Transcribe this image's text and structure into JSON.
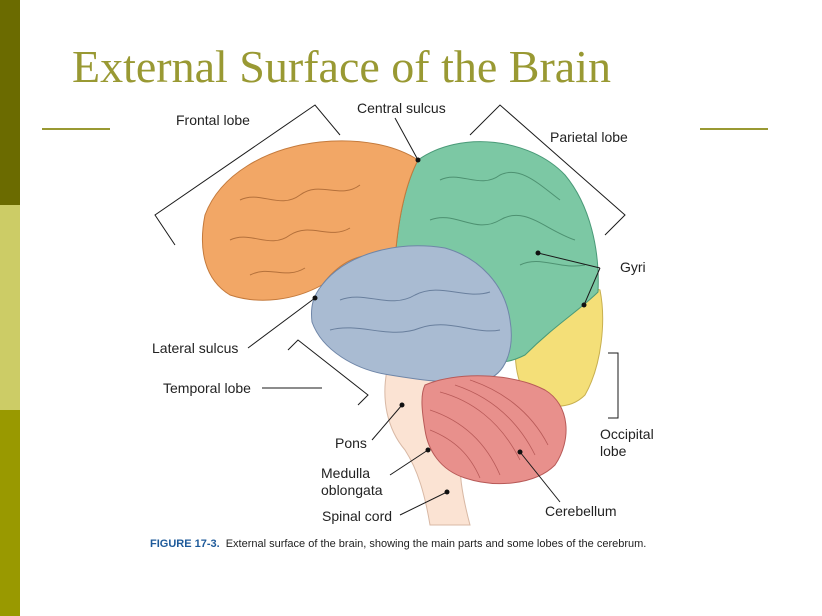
{
  "slide": {
    "title": "External Surface of the Brain",
    "colors": {
      "accent": "#999933",
      "bar_dark": "#6b6b00",
      "bar_light": "#cccc66",
      "bar_mid": "#999900"
    }
  },
  "diagram": {
    "labels": {
      "frontal_lobe": "Frontal lobe",
      "central_sulcus": "Central sulcus",
      "parietal_lobe": "Parietal lobe",
      "gyri": "Gyri",
      "lateral_sulcus": "Lateral sulcus",
      "temporal_lobe": "Temporal lobe",
      "pons": "Pons",
      "medulla_line1": "Medulla",
      "medulla_line2": "oblongata",
      "spinal_cord": "Spinal cord",
      "occipital_line1": "Occipital",
      "occipital_line2": "lobe",
      "cerebellum": "Cerebellum"
    },
    "region_colors": {
      "frontal": "#f2a766",
      "parietal": "#7cc8a4",
      "temporal": "#a9bbd2",
      "occipital": "#f4df78",
      "cerebellum": "#e8908c",
      "brainstem": "#fbe3d3"
    },
    "caption": {
      "figure": "FIGURE 17-3.",
      "text": "External surface of the brain, showing the main parts and some lobes of the cerebrum."
    }
  }
}
